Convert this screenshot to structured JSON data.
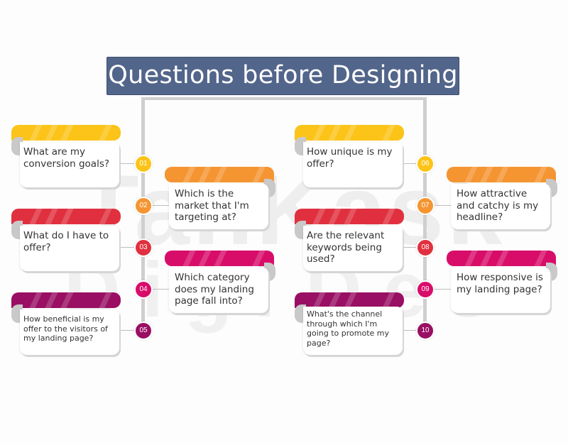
{
  "title": "Questions before Designing",
  "watermark": {
    "line1": "TanKask",
    "line2": "Digi",
    "line3": "Des"
  },
  "colors": {
    "title_bg": "#52658a",
    "connector": "#cfcfcf",
    "yellow": "#fcc419",
    "orange": "#f59532",
    "red": "#e0303f",
    "magenta": "#d80d6a",
    "purple": "#990f63"
  },
  "questions": [
    {
      "number": "01",
      "text": "What are my conversion goals?",
      "color": "#fcc419"
    },
    {
      "number": "02",
      "text": "Which is the market that I'm targeting at?",
      "color": "#f59532"
    },
    {
      "number": "03",
      "text": "What do I have to offer?",
      "color": "#e0303f"
    },
    {
      "number": "04",
      "text": "Which category does my landing page fall into?",
      "color": "#d80d6a"
    },
    {
      "number": "05",
      "text": "How beneficial is my offer to the visitors of my landing page?",
      "color": "#990f63"
    },
    {
      "number": "06",
      "text": "How unique is my offer?",
      "color": "#fcc419"
    },
    {
      "number": "07",
      "text": "How attractive and catchy is my headline?",
      "color": "#f59532"
    },
    {
      "number": "08",
      "text": "Are the relevant keywords being used?",
      "color": "#e0303f"
    },
    {
      "number": "09",
      "text": "How responsive is my landing page?",
      "color": "#d80d6a"
    },
    {
      "number": "10",
      "text": "What's the channel through which I'm going to promote my page?",
      "color": "#990f63"
    }
  ]
}
